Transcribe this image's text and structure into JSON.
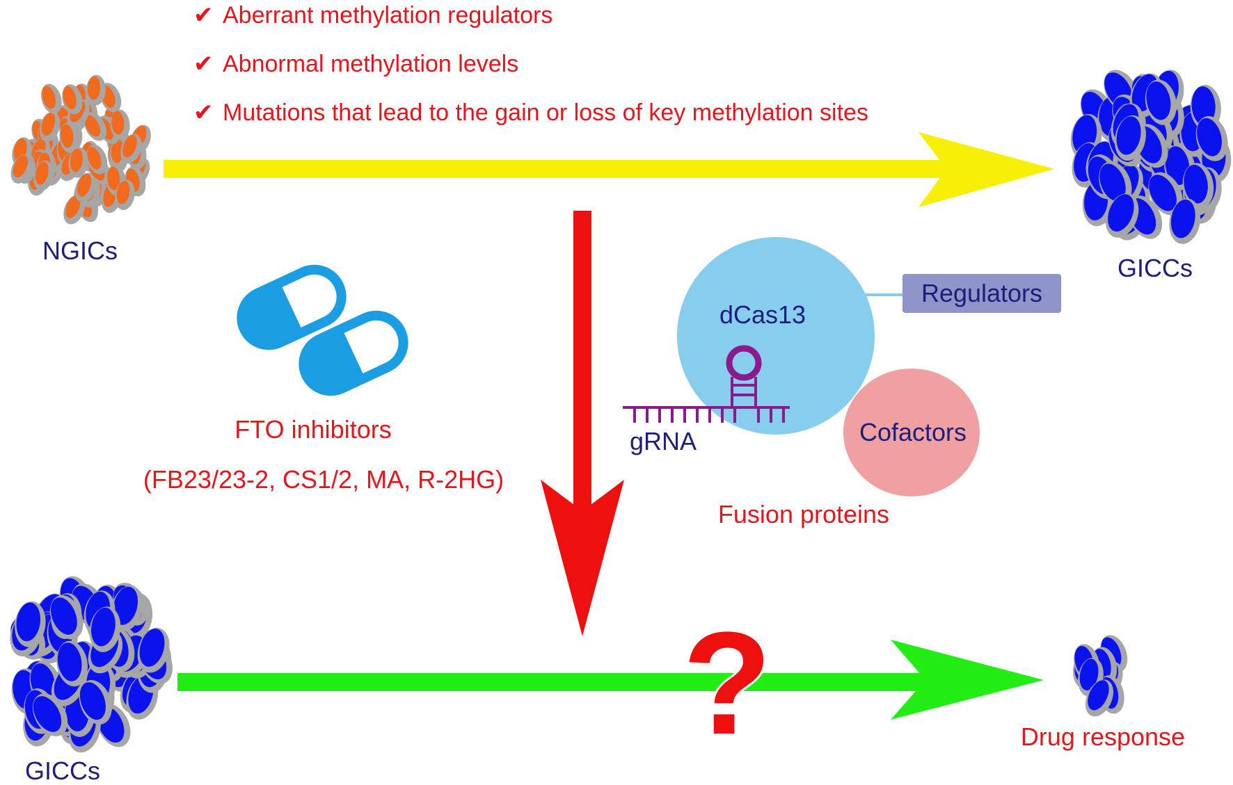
{
  "checklist": [
    "Aberrant methylation regulators",
    "Abnormal methylation levels",
    "Mutations that lead to the gain or loss of key methylation sites"
  ],
  "labels": {
    "ngics": "NGICs",
    "giccs_top": "GICCs",
    "giccs_bottom": "GICCs",
    "drug_response": "Drug response",
    "fto_inhibitors": "FTO inhibitors",
    "fto_examples": "(FB23/23-2, CS1/2, MA, R-2HG)",
    "dcas13": "dCas13",
    "regulators": "Regulators",
    "cofactors": "Cofactors",
    "grna": "gRNA",
    "fusion_proteins": "Fusion proteins",
    "question_mark": "?"
  },
  "colors": {
    "red_text": "#e8141b",
    "navy_text": "#1d1d7c",
    "yellow_arrow": "#f7ef05",
    "green_arrow": "#22ee16",
    "red_arrow": "#ee0f0f",
    "orange_cell": "#f26b1d",
    "blue_cell": "#0a12ef",
    "cell_outline": "#a6a6a6",
    "pill_blue": "#1a9de2",
    "dcas13_fill": "#87cdee",
    "regulators_fill": "#8f95c9",
    "cofactors_fill": "#f0a0a0",
    "grna_purple": "#8c1a8c"
  },
  "icons": [
    "checkmark-icon",
    "capsule-icon"
  ]
}
